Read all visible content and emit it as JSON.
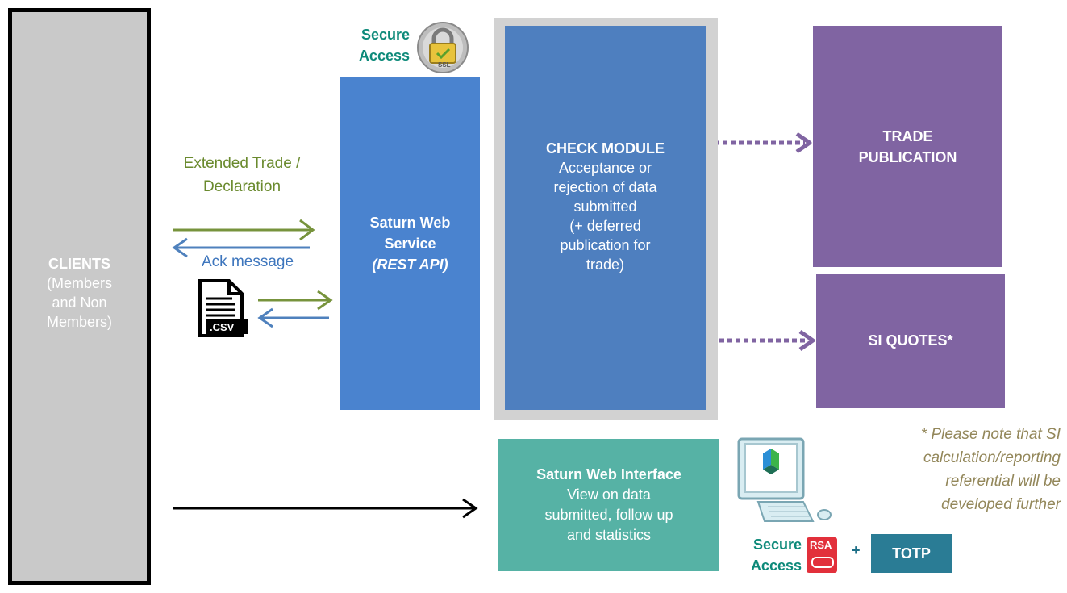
{
  "clients": {
    "title": "CLIENTS",
    "subtitle": "(Members and Non Members)"
  },
  "flows": {
    "extended_trade_label": "Extended Trade / Declaration",
    "ack_label": "Ack message",
    "csv_label": ".CSV"
  },
  "web_service": {
    "line1": "Saturn Web",
    "line2": "Service",
    "line3": "(REST API)"
  },
  "secure_access_top": {
    "line1": "Secure",
    "line2": "Access",
    "badge": "SSL"
  },
  "check_module": {
    "title": "CHECK MODULE",
    "description": "Acceptance or rejection of data submitted",
    "note": "(+ deferred publication for trade)"
  },
  "trade_publication": {
    "line1": "TRADE",
    "line2": "PUBLICATION"
  },
  "si_quotes": {
    "label": "SI QUOTES*"
  },
  "web_interface": {
    "title": "Saturn Web Interface",
    "description": "View on data submitted, follow up and statistics"
  },
  "secure_access_bottom": {
    "line1": "Secure",
    "line2": "Access",
    "rsa_label": "RSA",
    "plus": "+",
    "totp": "TOTP"
  },
  "footnote": "* Please note that SI calculation/reporting referential will be developed further",
  "colors": {
    "clients": "#c9c9c9",
    "web_service": "#4a83cf",
    "check_module": "#4e7fbf",
    "publication": "#8064a2",
    "web_interface": "#56b2a5",
    "totp": "#2a7c95",
    "green_arrow": "#77933c",
    "blue_arrow": "#4f81bd",
    "purple_arrow": "#8064a2"
  }
}
